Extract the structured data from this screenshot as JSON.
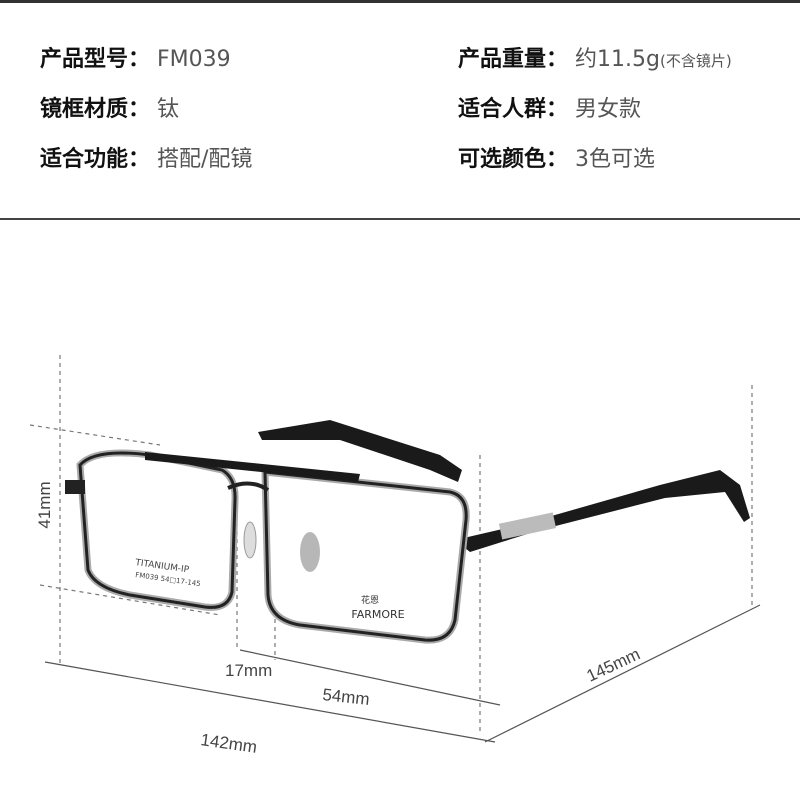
{
  "specs": [
    {
      "label": "产品型号：",
      "value": "FM039"
    },
    {
      "label": "产品重量：",
      "value": "约11.5g",
      "note": "(不含镜片)"
    },
    {
      "label": "镜框材质：",
      "value": "钛"
    },
    {
      "label": "适合人群：",
      "value": "男女款"
    },
    {
      "label": "适合功能：",
      "value": "搭配/配镜"
    },
    {
      "label": "可选颜色：",
      "value": "3色可选"
    }
  ],
  "dimensions": {
    "lens_height": "41mm",
    "bridge": "17mm",
    "lens_width": "54mm",
    "frame_width": "142mm",
    "temple_length": "145mm"
  },
  "frame_marks": {
    "temple_text_1": "TITANIUM-IP",
    "temple_text_2": "FM039 54□17-145",
    "brand_cn": "花恩",
    "brand": "FARMORE"
  }
}
